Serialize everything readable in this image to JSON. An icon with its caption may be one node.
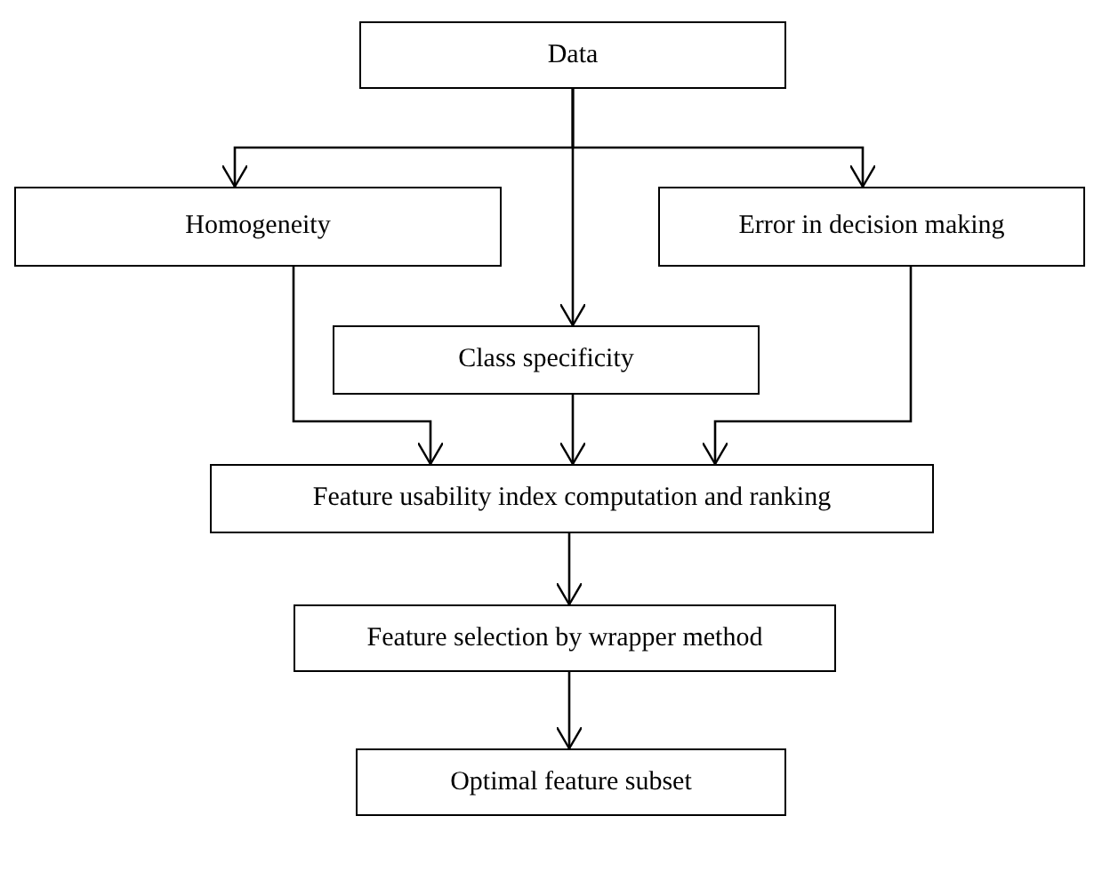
{
  "diagram": {
    "nodes": [
      {
        "text": [
          "Data"
        ]
      },
      {
        "text": [
          "Homogeneity"
        ]
      },
      {
        "text": [
          "Error in decision making"
        ]
      },
      {
        "text": [
          "Class specificity"
        ]
      },
      {
        "text": [
          "Feature usability index computation and ranking"
        ]
      },
      {
        "text": [
          "Feature selection by wrapper method"
        ]
      },
      {
        "text": [
          "Optimal feature subset"
        ]
      }
    ],
    "edges": [
      {
        "from": 0,
        "to": 1,
        "arrow": "to"
      },
      {
        "from": 0,
        "to": 3,
        "arrow": "to"
      },
      {
        "from": 0,
        "to": 2,
        "arrow": "to"
      },
      {
        "from": 1,
        "to": 4,
        "arrow": "to"
      },
      {
        "from": 3,
        "to": 4,
        "arrow": "to"
      },
      {
        "from": 2,
        "to": 4,
        "arrow": "to"
      },
      {
        "from": 4,
        "to": 5,
        "arrow": "to"
      },
      {
        "from": 5,
        "to": 6,
        "arrow": "to"
      }
    ]
  }
}
